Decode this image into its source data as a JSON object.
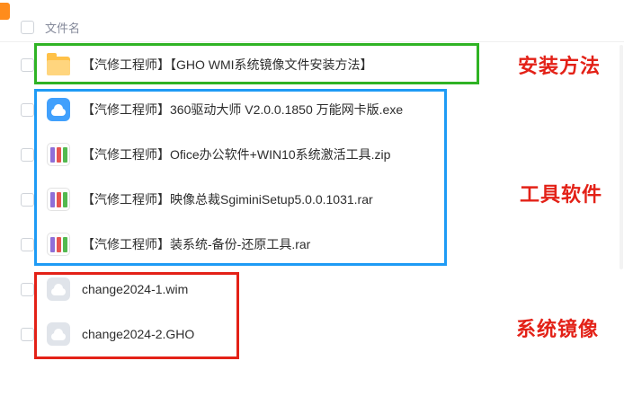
{
  "header": {
    "column_filename": "文件名"
  },
  "files": [
    {
      "name": "【汽修工程师】【GHO WMI系统镜像文件安装方法】",
      "icon": "folder-icon",
      "type": "folder"
    },
    {
      "name": "【汽修工程师】360驱动大师 V2.0.0.1850 万能网卡版.exe",
      "icon": "exe-app-icon",
      "type": "exe"
    },
    {
      "name": "【汽修工程师】Ofice办公软件+WIN10系统激活工具.zip",
      "icon": "archive-icon",
      "type": "zip"
    },
    {
      "name": "【汽修工程师】映像总裁SgiminiSetup5.0.0.1031.rar",
      "icon": "archive-icon",
      "type": "rar"
    },
    {
      "name": "【汽修工程师】装系统-备份-还原工具.rar",
      "icon": "archive-icon",
      "type": "rar"
    },
    {
      "name": "change2024-1.wim",
      "icon": "generic-file-icon",
      "type": "wim"
    },
    {
      "name": "change2024-2.GHO",
      "icon": "generic-file-icon",
      "type": "gho"
    }
  ],
  "annotations": [
    {
      "label": "安装方法",
      "color": "#e32117",
      "box_color": "#2fb324",
      "groups": "row 1"
    },
    {
      "label": "工具软件",
      "color": "#e32117",
      "box_color": "#1e9bf5",
      "groups": "rows 2-5"
    },
    {
      "label": "系统镜像",
      "color": "#e32117",
      "box_color": "#e32117",
      "groups": "rows 6-7"
    }
  ],
  "colors": {
    "green_box": "#2fb324",
    "blue_box": "#1e9bf5",
    "red_box": "#e32117",
    "annotation_text": "#e32117",
    "folder_icon": "#ffc148",
    "exe_icon": "#41a0fc"
  }
}
